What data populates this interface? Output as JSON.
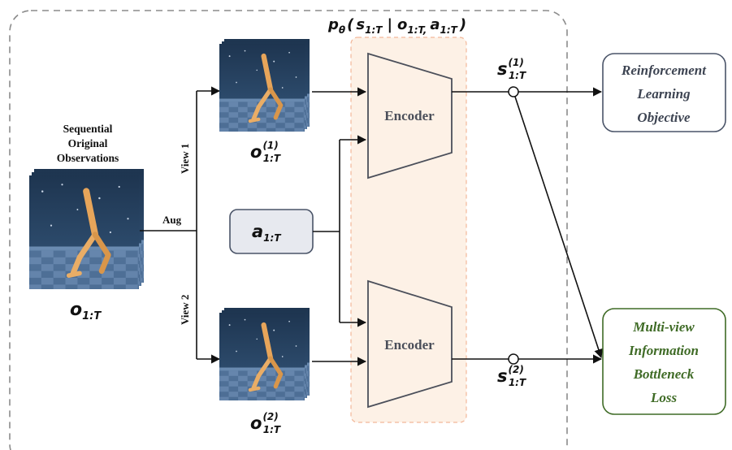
{
  "observations": {
    "title_lines": [
      "Sequential",
      "Original",
      "Observations"
    ],
    "symbol": "o",
    "subscript": "1:T"
  },
  "aug_label": "Aug",
  "view1_label": "View 1",
  "view2_label": "View 2",
  "view1_obs": {
    "symbol": "o",
    "superscript": "(1)",
    "subscript": "1:T"
  },
  "view2_obs": {
    "symbol": "o",
    "superscript": "(2)",
    "subscript": "1:T"
  },
  "action": {
    "symbol": "a",
    "subscript": "1:T"
  },
  "model_label": "pθ( s1:T | o1:T, a1:T )",
  "model_parts": {
    "p": "p",
    "theta": "θ",
    "open": "(",
    "s": "s",
    "s_sub": "1:T",
    "bar": "|",
    "o": "o",
    "o_sub": "1:T,",
    "a": "a",
    "a_sub": "1:T",
    "close": ")"
  },
  "encoder_top_label": "Encoder",
  "encoder_bottom_label": "Encoder",
  "state1": {
    "symbol": "s",
    "superscript": "(1)",
    "subscript": "1:T"
  },
  "state2": {
    "symbol": "s",
    "superscript": "(2)",
    "subscript": "1:T"
  },
  "rl_objective_lines": [
    "Reinforcement",
    "Learning",
    "Objective"
  ],
  "mib_loss_lines": [
    "Multi-view",
    "Information",
    "Bottleneck",
    "Loss"
  ],
  "colors": {
    "dashed_border": "#8c8c8c",
    "encoder_band_fill": "#fdf1e6",
    "encoder_band_stroke": "#f2b89a",
    "action_box_fill": "#e7e9ef",
    "action_box_stroke": "#4a5468",
    "rl_box_stroke": "#4a5468",
    "rl_text": "#3d4452",
    "mib_box_stroke": "#3f6b26",
    "mib_text": "#3f6b26",
    "encoder_text": "#4b4f5a",
    "frame_bg": "#2a4663",
    "floor": "#5d7fa6",
    "walker": "#e7a55a"
  }
}
